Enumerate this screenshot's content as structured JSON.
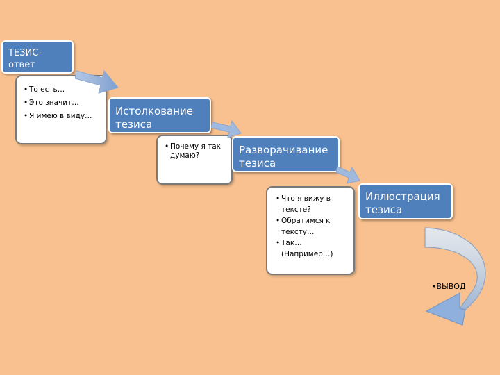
{
  "boxes": {
    "thesis": {
      "label_line1": "ТЕЗИС-",
      "label_line2": "ответ"
    },
    "thesis_notes": [
      "То есть…",
      "Это значит…",
      "Я имею в виду…"
    ],
    "interpretation": {
      "label_line1": "Истолкование",
      "label_line2": "тезиса"
    },
    "interpretation_notes": [
      "Почему я так думаю?"
    ],
    "expansion": {
      "label_line1": "Разворачивание",
      "label_line2": "тезиса"
    },
    "expansion_notes": [
      "Что я вижу в тексте?",
      "Обратимся к тексту…",
      "Так… (Например…)"
    ],
    "illustration": {
      "label_line1": "Иллюстрация",
      "label_line2": "тезиса"
    }
  },
  "conclusion": "•ВЫВОД",
  "colors": {
    "background": "#f8c18f",
    "box_blue": "#4f80bc",
    "arrow": "#8fb0dc"
  }
}
